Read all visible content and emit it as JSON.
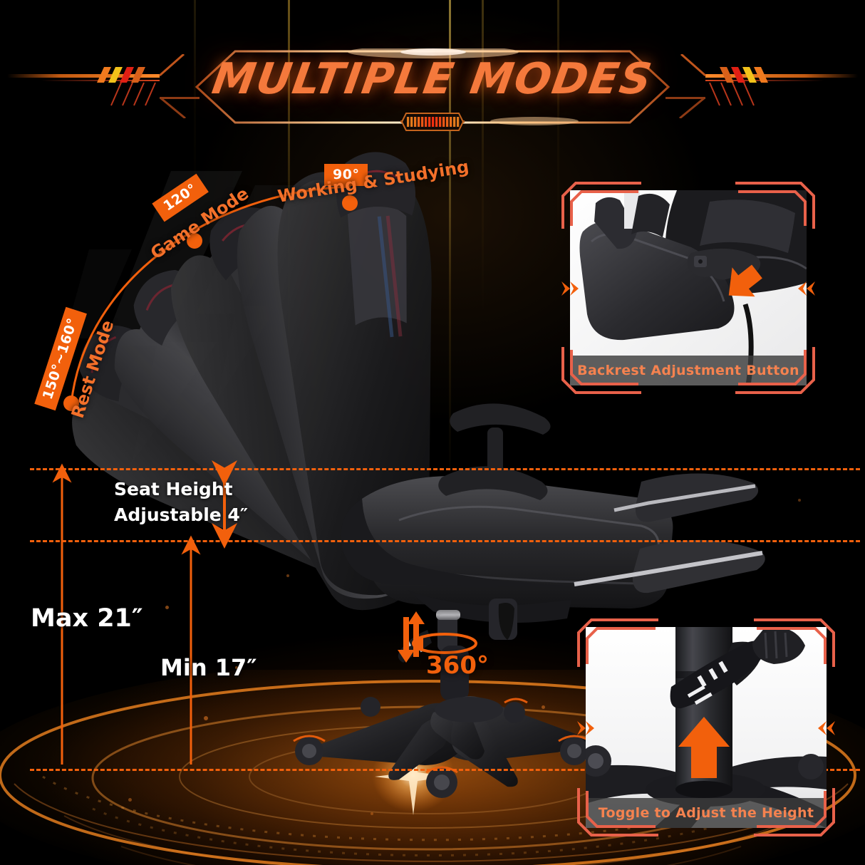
{
  "banner": {
    "title": "MULTIPLE MODES",
    "accent_color": "#f4793c",
    "segments": 15
  },
  "colors": {
    "orange": "#f2600c",
    "orange_light": "#f5824f",
    "frame": "#e8614a",
    "white": "#ffffff"
  },
  "modes": [
    {
      "id": "working",
      "angle": "90°",
      "label": "Working & Studying"
    },
    {
      "id": "game",
      "angle": "120°",
      "label": "Game Mode"
    },
    {
      "id": "rest",
      "angle": "150°~160°",
      "label": "Rest Mode"
    }
  ],
  "measurements": {
    "seat_height_line1": "Seat Height",
    "seat_height_line2": "Adjustable 4″",
    "max": "Max 21″",
    "min": "Min 17″",
    "swivel": "360°"
  },
  "insets": [
    {
      "id": "backrest",
      "caption": "Backrest Adjustment Button"
    },
    {
      "id": "height",
      "caption": "Toggle to Adjust the Height"
    }
  ]
}
